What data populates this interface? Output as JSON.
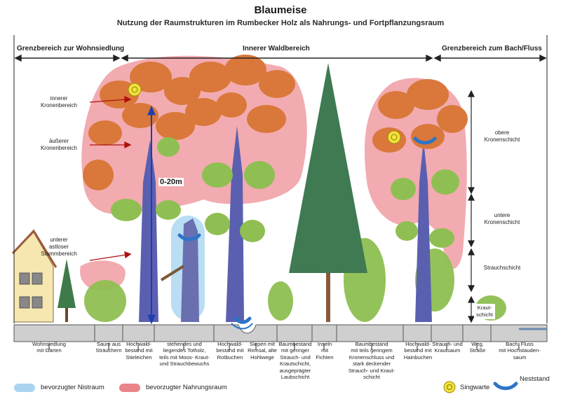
{
  "title": "Blaumeise",
  "subtitle": "Nutzung der Raumstrukturen im Rumbecker Holz als Nahrungs- und Fortpflanzungsraum",
  "zones": {
    "left": "Grenzbereich zur Wohnsiedlung",
    "center": "Innerer Waldbereich",
    "right": "Grenzbereich zum Bach/Fluss"
  },
  "side_labels": {
    "inner_crown": [
      "innerer",
      "Kronenbereich"
    ],
    "outer_crown": [
      "äußerer",
      "Kronenbereich"
    ],
    "trunk": [
      "unterer",
      "astloser",
      "Stammbereich"
    ]
  },
  "height_label": "0-20m",
  "layers": [
    [
      "obere",
      "Kronenschicht"
    ],
    [
      "untere",
      "Kronenschicht"
    ],
    [
      "Strauchschicht"
    ],
    [
      "Kraut-",
      "schicht"
    ]
  ],
  "bottom_labels": [
    [
      "Wohnsiedlung",
      "mit Gärten"
    ],
    [
      "Saum aus",
      "Sträuchern"
    ],
    [
      "Hochwald-",
      "bestand mit",
      "Stieleichen"
    ],
    [
      "stehendes und",
      "liegendes Totholz,",
      "teils mit Moos- Kraut-",
      "und Strauchbewuchs"
    ],
    [
      "Hochwald-",
      "bestand mit",
      "Rotbuchen"
    ],
    [
      "Siepen mit",
      "Rinnsal, alte",
      "Hohlwege"
    ],
    [
      "Baumbestand",
      "mit geringer",
      "Strauch- und",
      "Krautschicht,",
      "ausgeprägter",
      "Laubschicht"
    ],
    [
      "Inseln",
      "mit",
      "Fichten"
    ],
    [
      "Baumbestand",
      "mit teils geringem",
      "Kronenschluss und",
      "stark deckender",
      "Strauch- und Kraut-",
      "schicht"
    ],
    [
      "Hochwald-",
      "bestand mit",
      "Hainbuchen"
    ],
    [
      "Strauch- und",
      "Krautsaum"
    ],
    [
      "Weg,",
      "Straße"
    ],
    [
      "Bach, Fluss",
      "mit Hochstauden-",
      "saum"
    ]
  ],
  "legend": {
    "nest_space": "bevorzugter Nistraum",
    "feeding_space": "bevorzugter Nahrungsraum",
    "song_post": "Singwarte",
    "nest_site": "Neststand"
  },
  "colors": {
    "nest_space": "#a8d4f0",
    "feeding_space": "#e8848a",
    "song_post": "#f2e23a",
    "nest_site": "#2e74c8",
    "foliage_orange": "#d9783a",
    "foliage_green": "#8fbf52",
    "trunk_blue": "#5a5fb0",
    "ground": "#cfcfcf"
  }
}
